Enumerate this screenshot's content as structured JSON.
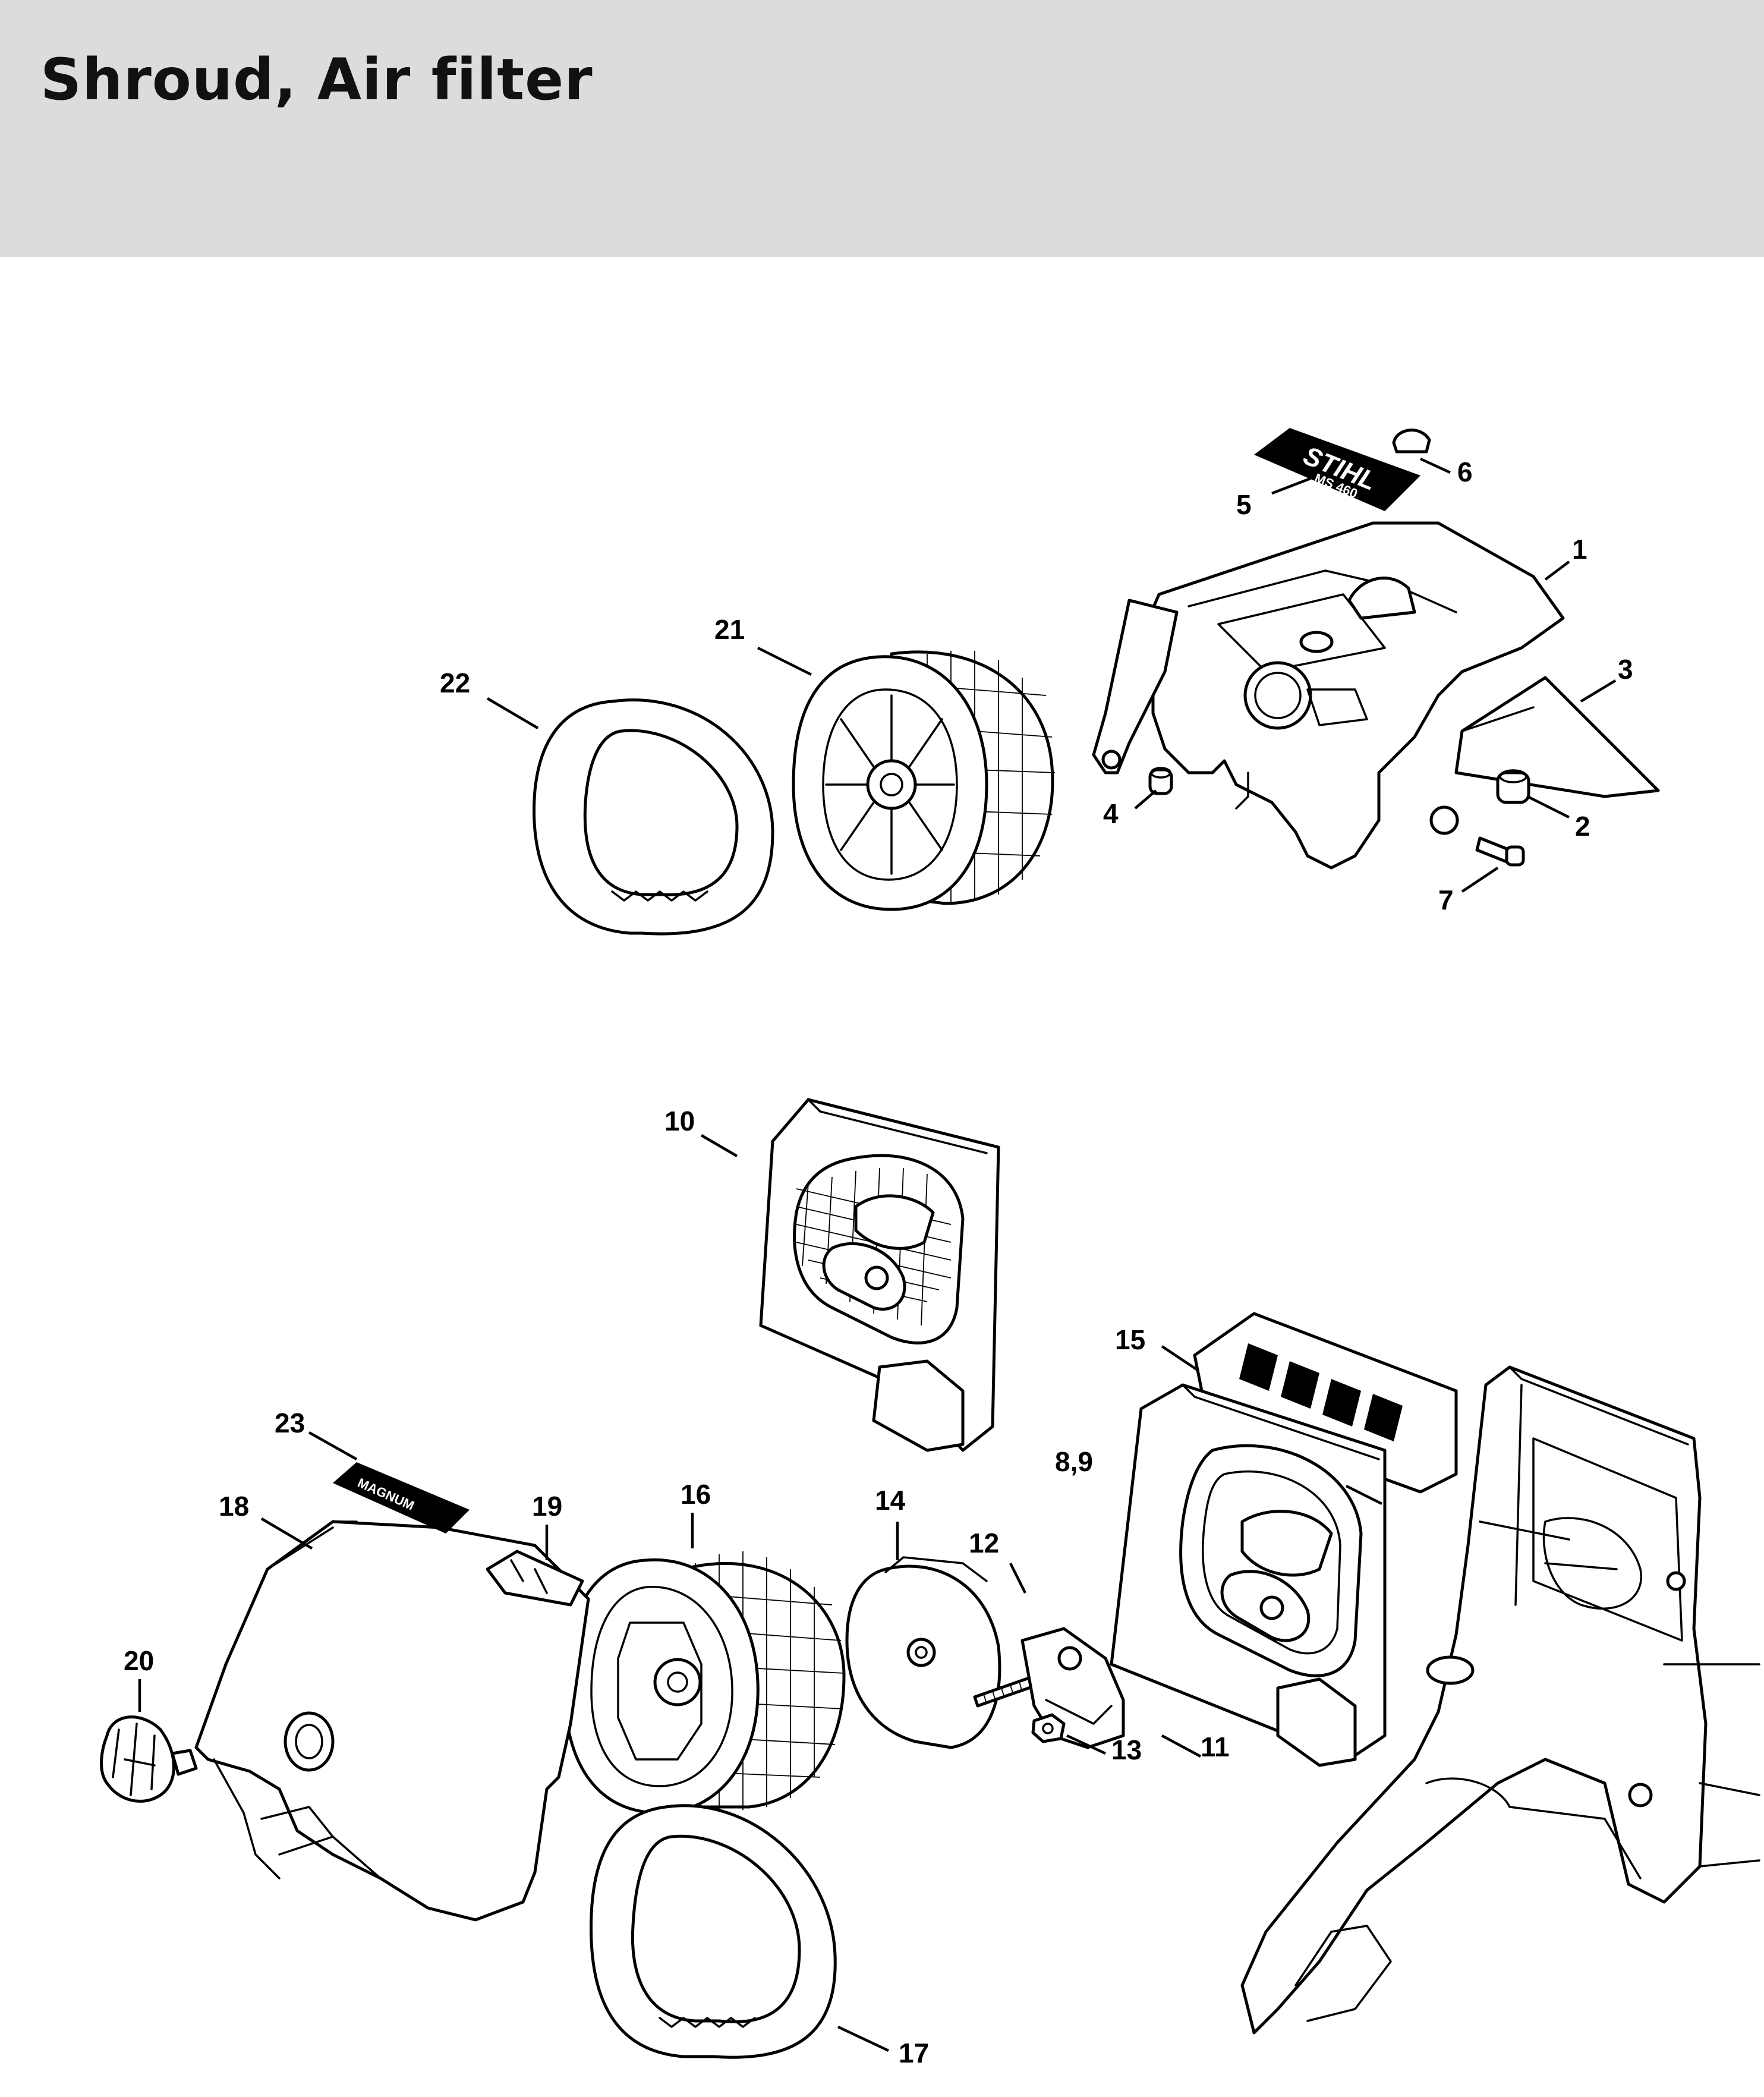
{
  "page": {
    "title": "Shroud, Air filter"
  },
  "labels": {
    "stihl": "STIHL",
    "model_plate": "MS 460",
    "magnum": "MAGNUM"
  },
  "callouts": [
    {
      "id": "c1",
      "text": "1"
    },
    {
      "id": "c2",
      "text": "2"
    },
    {
      "id": "c3",
      "text": "3"
    },
    {
      "id": "c4",
      "text": "4"
    },
    {
      "id": "c5",
      "text": "5"
    },
    {
      "id": "c6",
      "text": "6"
    },
    {
      "id": "c7",
      "text": "7"
    },
    {
      "id": "c89",
      "text": "8,9"
    },
    {
      "id": "c10",
      "text": "10"
    },
    {
      "id": "c11",
      "text": "11"
    },
    {
      "id": "c12",
      "text": "12"
    },
    {
      "id": "c13",
      "text": "13"
    },
    {
      "id": "c14",
      "text": "14"
    },
    {
      "id": "c15",
      "text": "15"
    },
    {
      "id": "c16",
      "text": "16"
    },
    {
      "id": "c17",
      "text": "17"
    },
    {
      "id": "c18",
      "text": "18"
    },
    {
      "id": "c19",
      "text": "19"
    },
    {
      "id": "c20",
      "text": "20"
    },
    {
      "id": "c21",
      "text": "21"
    },
    {
      "id": "c22",
      "text": "22"
    },
    {
      "id": "c23",
      "text": "23"
    }
  ]
}
